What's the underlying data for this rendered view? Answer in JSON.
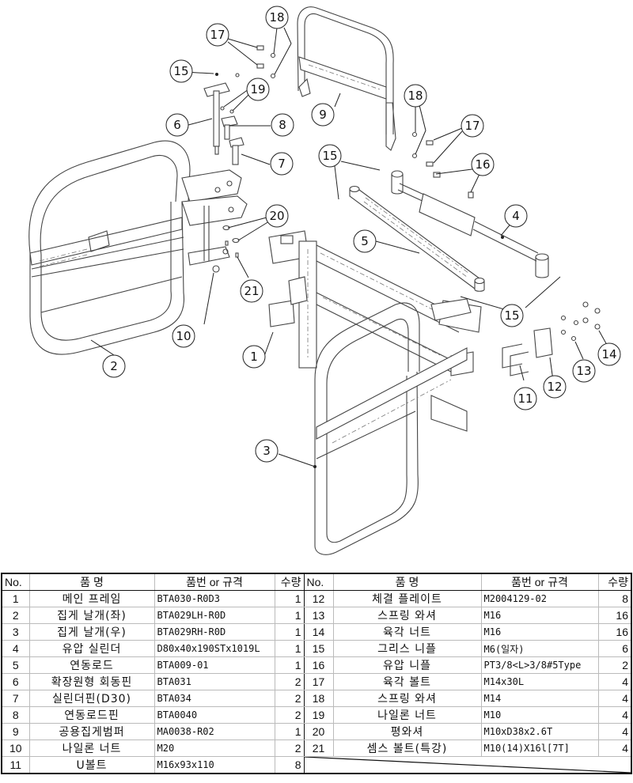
{
  "diagram": {
    "title": "Exploded assembly view",
    "callouts": [
      "1",
      "2",
      "3",
      "4",
      "5",
      "6",
      "7",
      "8",
      "9",
      "10",
      "11",
      "12",
      "13",
      "14",
      "15",
      "16",
      "17",
      "18",
      "19",
      "20",
      "21"
    ]
  },
  "table": {
    "headers": {
      "no": "No.",
      "name": "품    명",
      "spec": "품번 or 규격",
      "qty": "수량"
    },
    "left_rows": [
      {
        "no": "1",
        "name": "메인 프레임",
        "spec": "BTA030-R0D3",
        "qty": "1"
      },
      {
        "no": "2",
        "name": "집게 날개(좌)",
        "spec": "BTA029LH-R0D",
        "qty": "1"
      },
      {
        "no": "3",
        "name": "집게 날개(우)",
        "spec": "BTA029RH-R0D",
        "qty": "1"
      },
      {
        "no": "4",
        "name": "유압 실린더",
        "spec": "D80x40x190STx1019L",
        "qty": "1"
      },
      {
        "no": "5",
        "name": "연동로드",
        "spec": "BTA009-01",
        "qty": "1"
      },
      {
        "no": "6",
        "name": "확장원형 회동핀",
        "spec": "BTA031",
        "qty": "2"
      },
      {
        "no": "7",
        "name": "실린더핀(D30)",
        "spec": "BTA034",
        "qty": "2"
      },
      {
        "no": "8",
        "name": "연동로드핀",
        "spec": "BTA0040",
        "qty": "2"
      },
      {
        "no": "9",
        "name": "공용집게범퍼",
        "spec": "MA0038-R02",
        "qty": "1"
      },
      {
        "no": "10",
        "name": "나일론 너트",
        "spec": "M20",
        "qty": "2"
      },
      {
        "no": "11",
        "name": "U볼트",
        "spec": "M16x93x110",
        "qty": "8"
      }
    ],
    "right_rows": [
      {
        "no": "12",
        "name": "체결 플레이트",
        "spec": "M2004129-02",
        "qty": "8"
      },
      {
        "no": "13",
        "name": "스프링 와셔",
        "spec": "M16",
        "qty": "16"
      },
      {
        "no": "14",
        "name": "육각 너트",
        "spec": "M16",
        "qty": "16"
      },
      {
        "no": "15",
        "name": "그리스 니플",
        "spec": "M6(일자)",
        "qty": "6"
      },
      {
        "no": "16",
        "name": "유압 니플",
        "spec": "PT3/8<L>3/8#5Type",
        "qty": "2"
      },
      {
        "no": "17",
        "name": "육각 볼트",
        "spec": "M14x30L",
        "qty": "4"
      },
      {
        "no": "18",
        "name": "스프링 와셔",
        "spec": "M14",
        "qty": "4"
      },
      {
        "no": "19",
        "name": "나일론 너트",
        "spec": "M10",
        "qty": "4"
      },
      {
        "no": "20",
        "name": "평와셔",
        "spec": "M10xD38x2.6T",
        "qty": "4"
      },
      {
        "no": "21",
        "name": "셈스 볼트(특강)",
        "spec": "M10(14)X16l[7T]",
        "qty": "4"
      }
    ]
  }
}
